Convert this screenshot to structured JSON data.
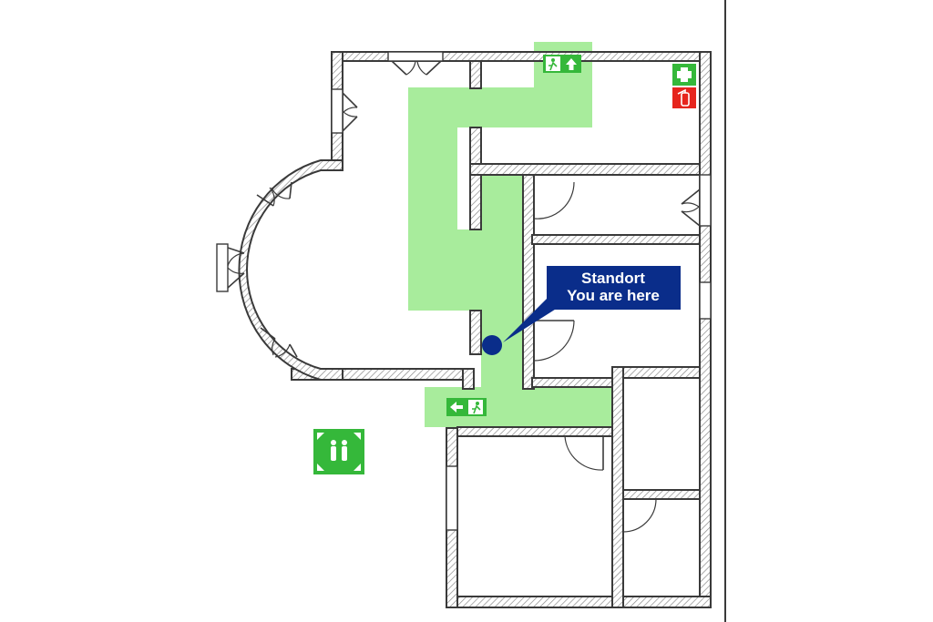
{
  "plan": {
    "here_label_line1": "Standort",
    "here_label_line2": "You are here"
  },
  "signs": {
    "emergency_exit_top": "emergency-exit-up-arrow",
    "emergency_exit_bottom": "emergency-exit-left-arrow",
    "first_aid": "first-aid-cross",
    "fire_extinguisher": "fire-extinguisher",
    "assembly_point": "assembly-point"
  },
  "colors": {
    "escape_route": "#a8ec9c",
    "safety_sign_green": "#35b83a",
    "fire_sign_red": "#e6251d",
    "you_are_here_blue": "#0a2d8a",
    "wall_outline": "#3a3a3a"
  }
}
